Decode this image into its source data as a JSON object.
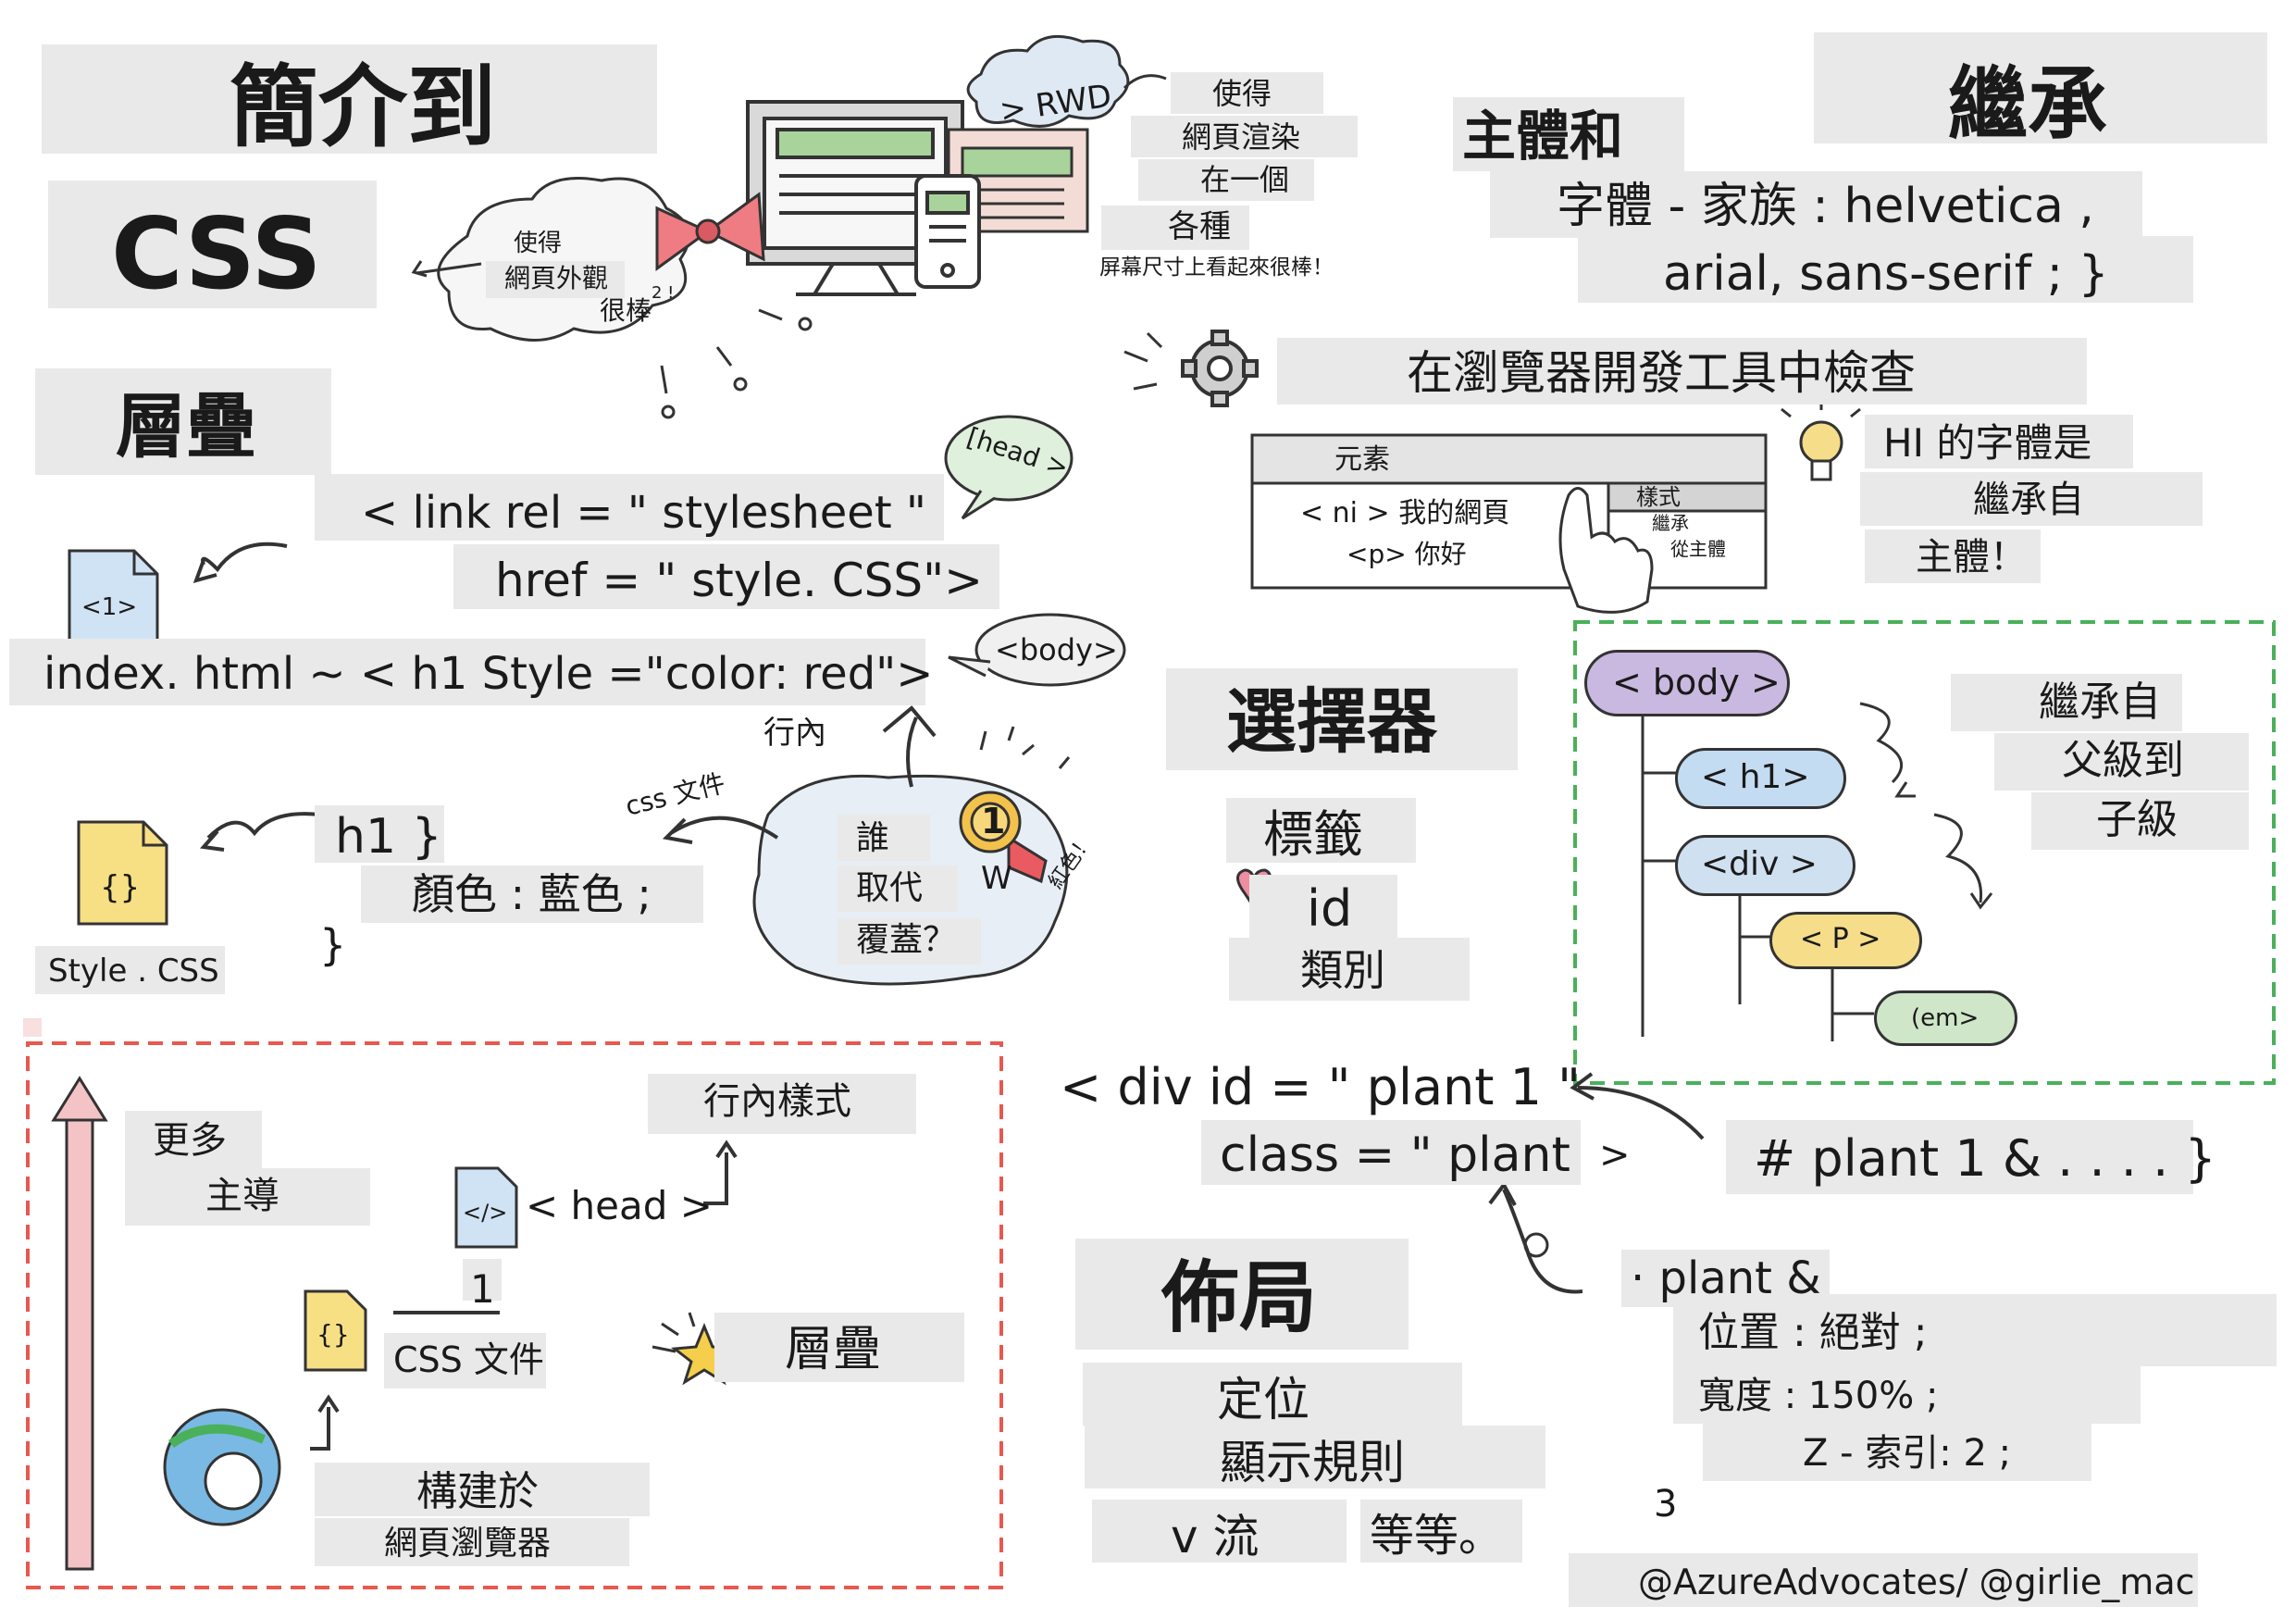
{
  "title": {
    "line1": "簡介到",
    "line2": "CSS"
  },
  "cascade_section": {
    "heading": "層疊",
    "link_tag_line1": "< link rel = \" stylesheet \"",
    "link_tag_line2": "href = \" style. CSS\">",
    "file_icon_label": "<1>",
    "inline_line": "index. html ~ < h1 Style =\"color: red\">",
    "head_bubble": "[head >",
    "body_bubble": "<body>",
    "inline_label": "行內",
    "css_file_label": "css 文件",
    "who_wins": [
      "誰",
      "取代",
      "覆蓋？"
    ],
    "winner_letter": "W",
    "red_label": "紅色！",
    "medal_number": "1",
    "h1_rule": "h1 }",
    "h1_decl": "顏色 : 藍色 ;",
    "h1_close": "}",
    "stylesheet_file": "Style . CSS",
    "curly_icon": "{}"
  },
  "rwd_section": {
    "cloud_lines": [
      "使得",
      "網頁外觀",
      "很棒"
    ],
    "cloud_superscript": "2 !",
    "rwd_label": "> RWD",
    "rwd_lines": [
      "使得",
      "網頁渲染",
      "在一個",
      "各種",
      "屏幕尺寸上看起來很棒！"
    ]
  },
  "inheritance_section": {
    "heading_left": "主體和",
    "heading_right": "繼承",
    "font_line1": "字體 - 家族 : helvetica ,",
    "font_line2": "arial, sans-serif ; }",
    "devtools_heading": "在瀏覽器開發工具中檢查",
    "devtools_elements": "元素",
    "devtools_node1": "< ni > 我的網頁",
    "devtools_node2": "<p> 你好",
    "devtools_styles": "樣式",
    "devtools_inherited": "繼承",
    "devtools_from_body": "從主體",
    "tip_lines": [
      "HI 的字體是",
      "繼承自",
      "主體！"
    ]
  },
  "tree_section": {
    "nodes": [
      "< body >",
      "< h1>",
      "<div >",
      "< P >",
      "(em>"
    ],
    "caption": [
      "繼承自",
      "父級到",
      "子級"
    ],
    "colors": {
      "body": "#c9b8df",
      "h1": "#c4dcf2",
      "div": "#cfe0f0",
      "p": "#f5dd8a",
      "em": "#cfe6c8",
      "border": "#4ab05a"
    }
  },
  "selectors_section": {
    "heading": "選擇器",
    "items": [
      "標籤",
      "id",
      "類別"
    ],
    "div_line1": "< div id = \" plant 1 \"",
    "div_line2": "class = \" plant",
    "div_close": ">",
    "id_rule": "# plant 1 & . . . . }",
    "class_rule": "· plant &",
    "decls": [
      "位置 : 絕對 ;",
      "寬度 : 150% ;",
      "Z - 索引: 2 ;"
    ],
    "end_number": "3"
  },
  "layout_section": {
    "heading": "佈局",
    "items": [
      "定位",
      "顯示規則",
      "v 流",
      "等等。"
    ]
  },
  "priority_section": {
    "more": "更多",
    "dominant": "主導",
    "inline_styles": "行內樣式",
    "head": "< head >",
    "head_icon": "</>",
    "number_one": "1",
    "css_files": "CSS 文件",
    "cascade": "層疊",
    "built_into": "構建於",
    "browser": "網頁瀏覽器",
    "curly_icon": "{}",
    "frame_color": "#e8584f",
    "arrow_color": "#f3c3c6"
  },
  "credit": "@AzureAdvocates/ @girlie_mac"
}
